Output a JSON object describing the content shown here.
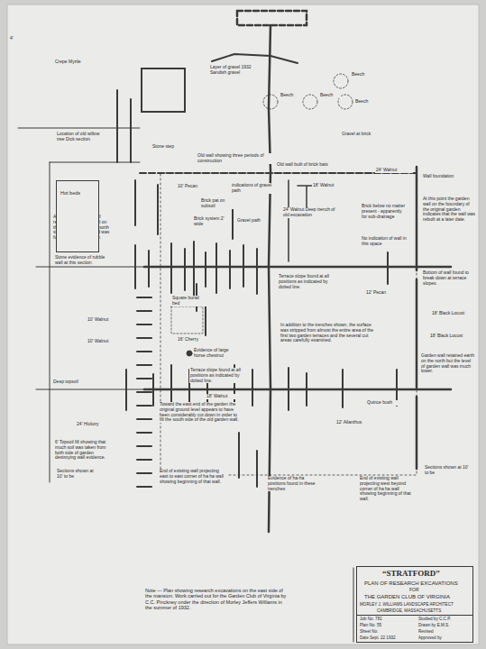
{
  "diagram": {
    "title": "“STRATFORD”",
    "nodes": [
      {
        "text": [
          "Hot beds"
        ]
      },
      {
        "text": [
          "PLAN OF RESEARCH EXCAVATIONS",
          "FOR",
          "THE GARDEN CLUB OF VIRGINIA",
          "MORLEY J. WILLIAMS LANDSCAPE ARCHITECT",
          "CAMBRIDGE, MASSACHUSETTS",
          "Job No. 781",
          "Plan No. 55",
          "Sheet No.",
          "Date Sept. 22 1932",
          "Studied by C.C.P.",
          "Drawn by E.M.S.",
          "Revised",
          "Approved by"
        ]
      }
    ],
    "labels": [
      "4'",
      "Crepe Myrtle",
      "Layer of gravel 1932 Sandish gravel",
      "Beech",
      "Beech",
      "Beech",
      "Beech",
      "Location of old willow tree Dick section",
      "Stone step",
      "Old wall showing three periods of construction",
      "Gravel at brick",
      "Old wall built of brick bats",
      "24' Walnut",
      "Wall foundation",
      "10' Pecan",
      "indications of gravel path",
      "18' Walnut",
      "Brick pat on subsoil",
      "Brick system 2' wide",
      "Gravel path",
      "24' Walnut Deep trench of old excavation",
      "Brick below no matter present - apparently for sub-drainage",
      "No indication of wall in this space",
      "At this point the garden wall on the boundary of the original garden indicates that the wall was rebuilt at a later date.",
      "At this point the old wall retained the garden soil on the south side. On the north side the original ground was found to be much lower.",
      "Stone evidence of rubble wall at this section",
      "Terrace slope found at all positions as indicated by dotted line.",
      "Bottom of wall found to break down at terrace slopes.",
      "12' Pecan",
      "18' Black Locust",
      "Square burial bed",
      "10' Walnut",
      "16' Cherry",
      "10' Walnut",
      "Evidence of large horse chestnut",
      "In addition to the trenches shown, the surface was stripped from almost the entire area of the first two garden terraces and the several cut areas carefully examined.",
      "Terrace slope found at all positions as indicated by dotted line.",
      "18' Black Locust",
      "Garden wall retained earth on the north but the level of garden wall was much lower.",
      "Deep topsoil",
      "18' Walnut",
      "Quince bush",
      "12' Ailanthus",
      "24' Hickory",
      "Toward the east end of the garden the original ground level appears to have been considerably cut down in order to fill the south side of the old garden wall.",
      "6' Topsoil fill showing that much soil was taken from both side of garden destroying wall evidence.",
      "Sections shown at 10' to be",
      "End of existing wall projecting east to east corner of ha ha wall showing beginning of that wall.",
      "Evidence of ha-ha positions found in these trenches",
      "End of existing wall projecting west beyond corner of ha ha wall showing beginning of that wall.",
      "Sections shown at 10' to be",
      "Note — Plan showing research excavations on the east side of the mansion. Work carried out for the Garden Club of Virginia by C.C. Pinckney under the direction of Morley Jeffers Williams in the summer of 1932."
    ]
  }
}
